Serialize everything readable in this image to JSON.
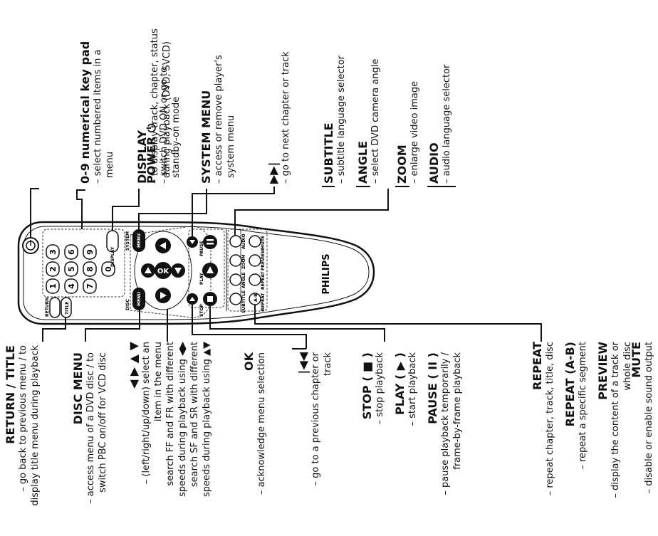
{
  "remote": {
    "brand": "PHILIPS",
    "power_key_label": "POWER",
    "keypad": [
      "1",
      "2",
      "3",
      "4",
      "5",
      "6",
      "7",
      "8",
      "9",
      "0"
    ],
    "key_labels": {
      "display": "DISPLAY",
      "system": "SYSTEM",
      "menu_top": "MENU",
      "menu_bottom": "MENU",
      "ok": "OK",
      "return": "RETURN",
      "title": "TITLE",
      "disc": "DISC",
      "stop": "STOP",
      "play": "PLAY",
      "pause": "PAUSE",
      "subtitle": "SUBTITLE",
      "angle": "ANGLE",
      "zoom": "ZOOM",
      "audio": "AUDIO",
      "repeat": "REPEAT",
      "repeat2": "REPEAT",
      "preview": "PREVIEW",
      "mute": "MUTE",
      "ab": "A-B"
    }
  },
  "top_annotations": [
    {
      "title": "POWER ⏻",
      "lines": [
        "– switch DVD ON or go to",
        "standby-on mode"
      ]
    },
    {
      "title": "0-9 numerical key pad",
      "lines": [
        "– select numbered items in a",
        "menu"
      ]
    },
    {
      "title": "DISPLAY",
      "lines": [
        "– to display track, chapter, status",
        "during playback (DVD, SVCD)"
      ]
    },
    {
      "title": "SYSTEM MENU",
      "lines": [
        "– access or remove player's",
        "system menu"
      ]
    },
    {
      "title": "▶▶|",
      "lines": [
        "– go to next chapter or track"
      ]
    },
    {
      "title": "SUBTITLE",
      "lines": [
        "– subtitle language selector"
      ]
    },
    {
      "title": "ANGLE",
      "lines": [
        "– select DVD camera angle"
      ]
    },
    {
      "title": "ZOOM",
      "lines": [
        "– enlarge video image"
      ]
    },
    {
      "title": "AUDIO",
      "lines": [
        "– audio language selector"
      ]
    }
  ],
  "bottom_annotations": [
    {
      "title": "RETURN / TITLE",
      "lines": [
        "– go back to previous menu / to",
        "display title menu during playback"
      ]
    },
    {
      "title": "DISC MENU",
      "lines": [
        "– access menu of a DVD disc / to",
        "switch PBC on/off for VCD disc"
      ]
    },
    {
      "title": "◀ ▶ ▲ ▼",
      "lines": [
        "– (left/right/up/down) select an",
        "item in the menu",
        "search FF and FR with different",
        "speeds during playback using ◀▶",
        "search SF and SR with different",
        "speeds during playback using ▲▼"
      ]
    },
    {
      "title": "OK",
      "lines": [
        "– acknowledge menu selection"
      ]
    },
    {
      "title": "|◀◀",
      "lines": [
        "– go to a previous chapter or",
        "track"
      ]
    },
    {
      "title": "STOP ( ■ )",
      "lines": [
        "– stop playback"
      ]
    },
    {
      "title": "PLAY ( ▶ )",
      "lines": [
        "– start playback"
      ]
    },
    {
      "title": "PAUSE ( II )",
      "lines": [
        "– pause playback temporarily /",
        "frame-by-frame playback"
      ]
    },
    {
      "title": "REPEAT",
      "lines": [
        "– repeat chapter, track, title, disc"
      ]
    },
    {
      "title": "REPEAT (A-B)",
      "lines": [
        "– repeat a specific segment"
      ]
    },
    {
      "title": "PREVIEW",
      "lines": [
        "– display the content of a track or",
        "whole disc"
      ]
    },
    {
      "title": "MUTE",
      "lines": [
        "– disable or enable sound output"
      ]
    }
  ]
}
